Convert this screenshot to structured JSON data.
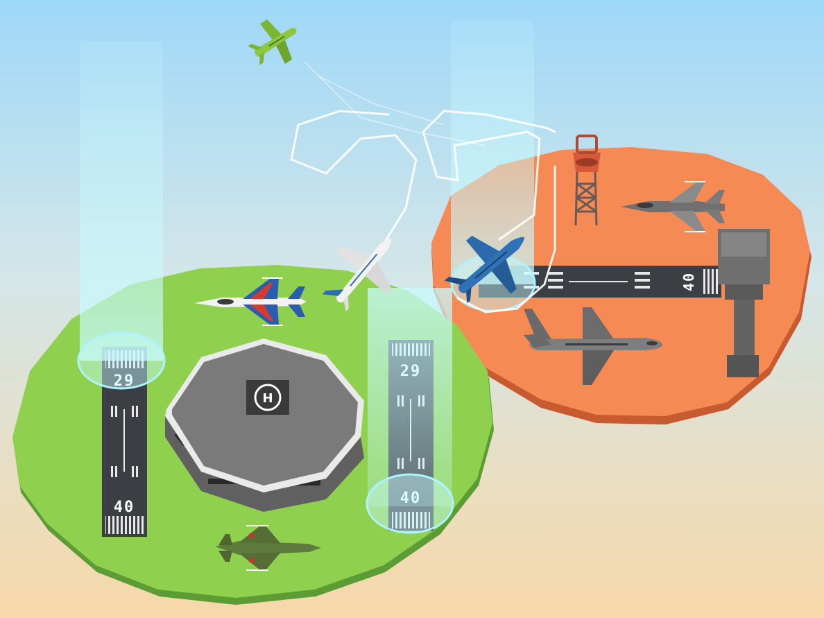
{
  "colors": {
    "sky_top": "#9ed8f8",
    "sky_bottom": "#f7d8a8",
    "green_island": "#8fd14f",
    "orange_island": "#f58a55",
    "runway": "#3b3f44",
    "beam": "#bff7ff",
    "flight_path": "#ffffff"
  },
  "runways": {
    "left": {
      "top_number": "29",
      "bottom_number": "40"
    },
    "center": {
      "top_number": "29",
      "bottom_number": "40"
    },
    "right": {
      "end_number": "40"
    }
  },
  "helipad": {
    "label": "H"
  },
  "aircraft": [
    {
      "name": "green-cargo-plane",
      "state": "flying"
    },
    {
      "name": "white-airliner",
      "state": "flying"
    },
    {
      "name": "blue-airliner",
      "state": "landing"
    },
    {
      "name": "red-white-blue-jet",
      "state": "parked"
    },
    {
      "name": "green-camo-jet",
      "state": "parked"
    },
    {
      "name": "grey-fighter-jet",
      "state": "parked"
    },
    {
      "name": "grey-airliner",
      "state": "parked"
    }
  ],
  "icons": [
    "radar-tower-icon",
    "control-tower-icon",
    "helipad-icon"
  ]
}
